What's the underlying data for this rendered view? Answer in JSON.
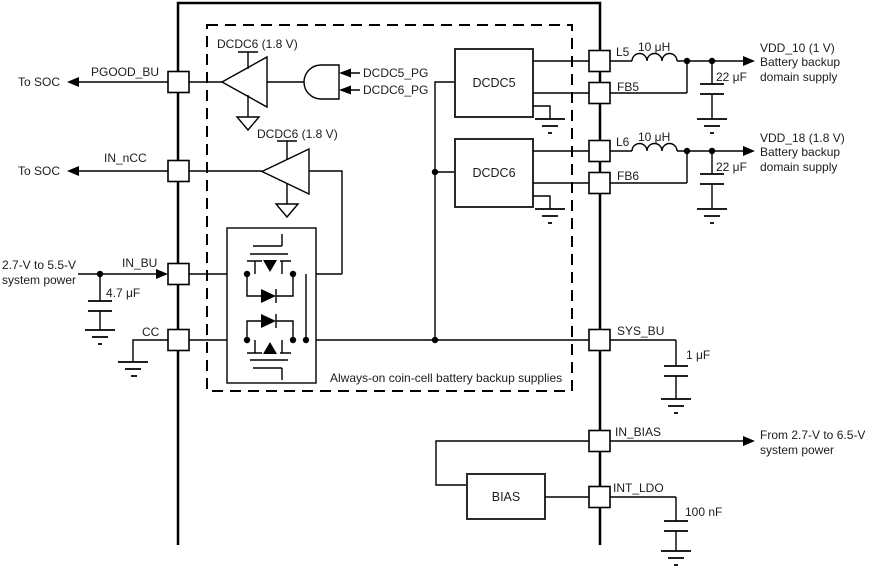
{
  "colors": {
    "line": "#000000",
    "background": "#ffffff"
  },
  "chip": {
    "dashed_region_note": "Always-on coin-cell battery backup supplies"
  },
  "left": {
    "pgood": {
      "pin": "PGOOD_BU",
      "dest": "To SOC"
    },
    "in_ncc": {
      "pin": "IN_nCC",
      "dest": "To SOC"
    },
    "in_bu": {
      "pin": "IN_BU",
      "src1": "2.7-V to 5.5-V",
      "src2": "system power",
      "cap": "4.7 μF"
    },
    "cc": {
      "pin": "CC"
    }
  },
  "logic": {
    "buf1_supply": "DCDC6 (1.8 V)",
    "buf2_supply": "DCDC6 (1.8 V)",
    "and_in1": "DCDC5_PG",
    "and_in2": "DCDC6_PG"
  },
  "blocks": {
    "dcdc5": "DCDC5",
    "dcdc6": "DCDC6",
    "bias": "BIAS"
  },
  "rails": [
    {
      "pin": "L5",
      "fb": "FB5",
      "ind": "10 μH",
      "cap": "22 μF",
      "name": "VDD_10 (1 V)",
      "l2": "Battery backup",
      "l3": "domain supply"
    },
    {
      "pin": "L6",
      "fb": "FB6",
      "ind": "10 μH",
      "cap": "22 μF",
      "name": "VDD_18 (1.8 V)",
      "l2": "Battery backup",
      "l3": "domain supply"
    }
  ],
  "right": {
    "sys_bu": {
      "pin": "SYS_BU",
      "cap": "1 μF"
    },
    "in_bias": {
      "pin": "IN_BIAS",
      "note1": "From 2.7-V to 6.5-V",
      "note2": "system power"
    },
    "int_ldo": {
      "pin": "INT_LDO",
      "cap": "100 nF"
    }
  }
}
